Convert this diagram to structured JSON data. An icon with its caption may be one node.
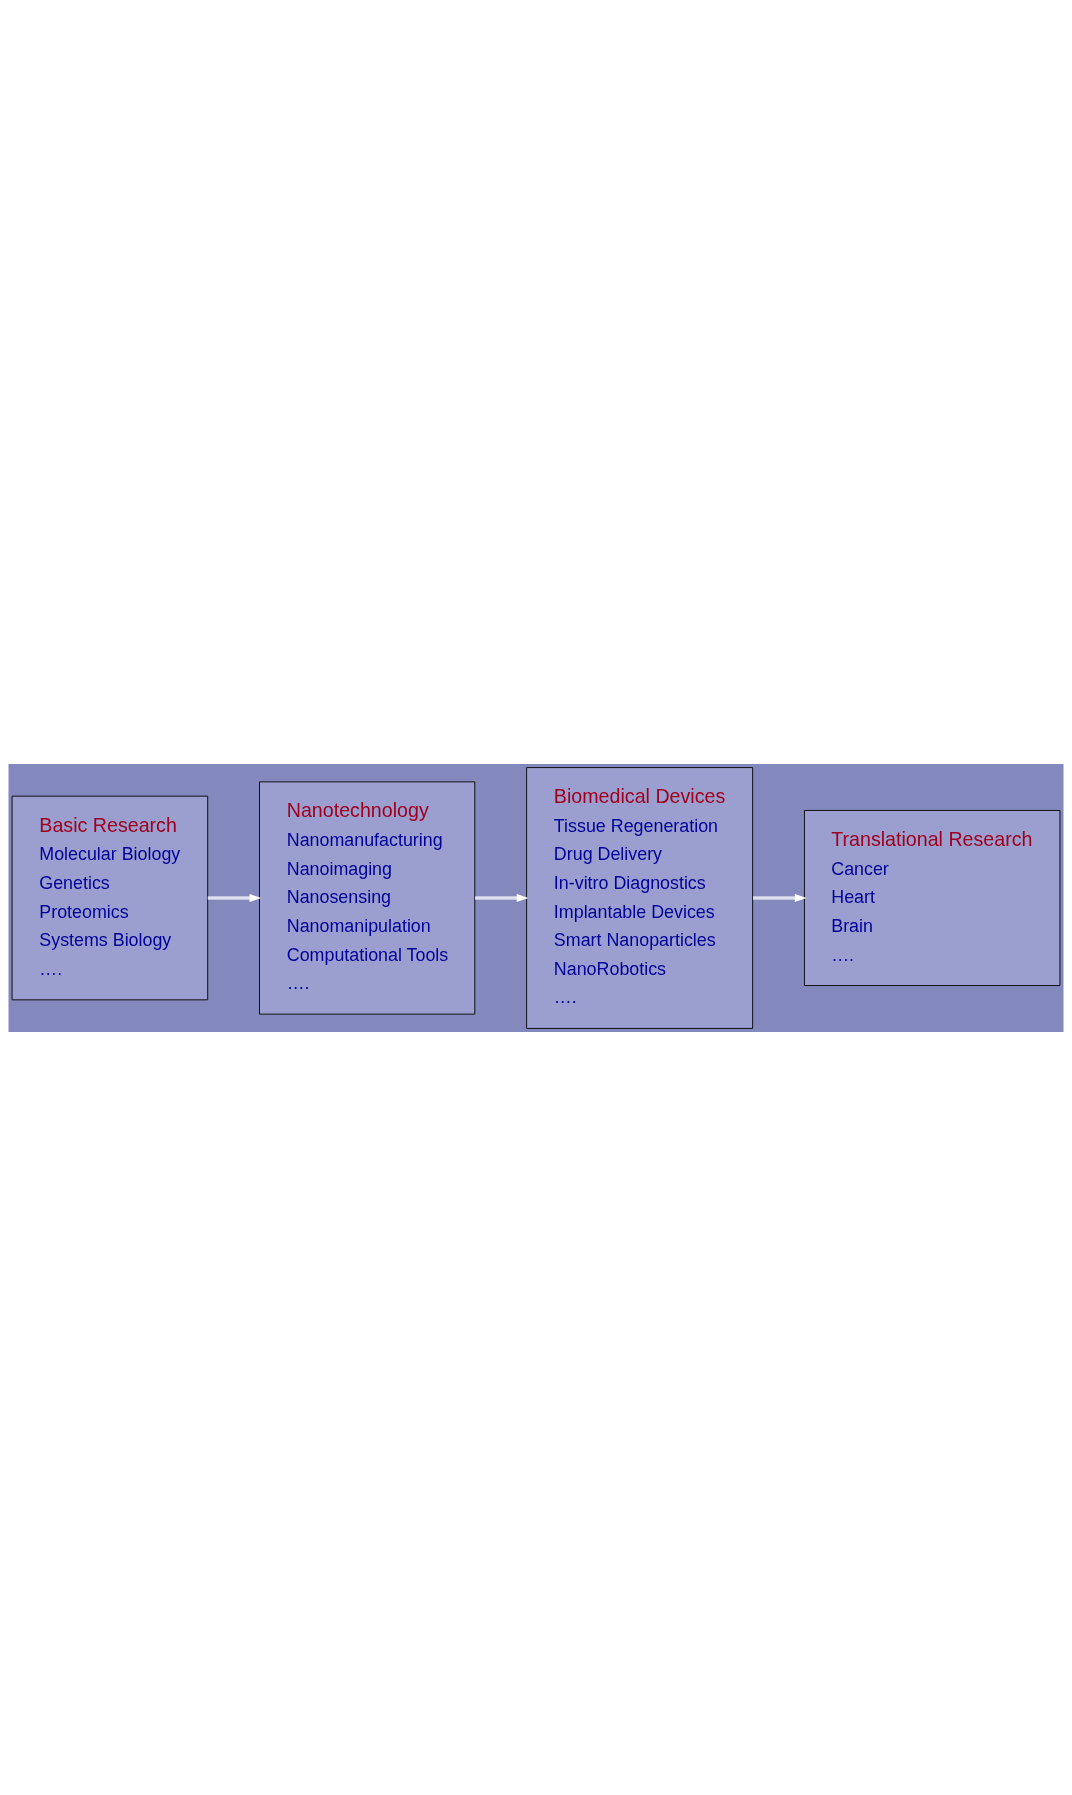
{
  "diagram": {
    "nodes": [
      {
        "text": [
          "Basic Research",
          "Molecular Biology",
          "Genetics",
          "Proteomics",
          "Systems Biology",
          "…."
        ]
      },
      {
        "text": [
          "Nanotechnology",
          "Nanomanufacturing",
          "Nanoimaging",
          "Nanosensing",
          "Nanomanipulation",
          "Computational Tools",
          "…."
        ]
      },
      {
        "text": [
          "Biomedical Devices",
          "Tissue Regeneration",
          "Drug Delivery",
          "In-vitro Diagnostics",
          "Implantable Devices",
          "Smart Nanoparticles",
          "NanoRobotics",
          "…."
        ]
      },
      {
        "text": [
          "Translational Research",
          "Cancer",
          "Heart",
          "Brain",
          "…."
        ]
      }
    ],
    "edges": [
      {
        "from": 0,
        "to": 1,
        "arrow": "to"
      },
      {
        "from": 1,
        "to": 2,
        "arrow": "to"
      },
      {
        "from": 2,
        "to": 3,
        "arrow": "to"
      }
    ]
  }
}
